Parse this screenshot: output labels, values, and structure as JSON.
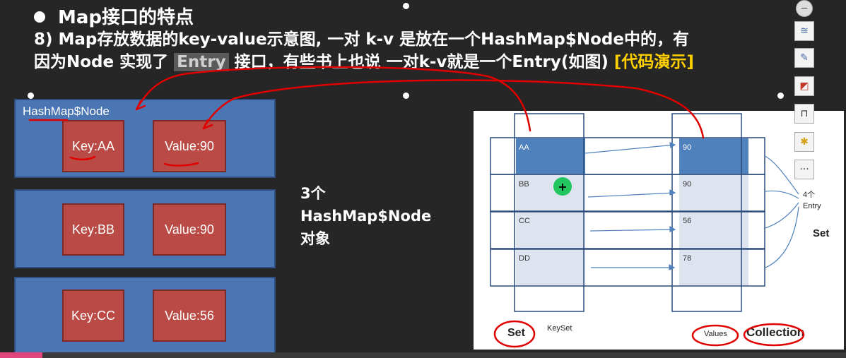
{
  "slide": {
    "heading": "Map接口的特点",
    "para_line1": "8) Map存放数据的key-value示意图, 一对 k-v 是放在一个HashMap$Node中的，有",
    "para_line2_a": "因为Node 实现了 ",
    "para_entry": "Entry",
    "para_line2_b": " 接口，有些书上也说 一对k-v就是一个Entry(如图) ",
    "para_demo": "[代码演示]"
  },
  "left_diagram": {
    "node_title": "HashMap$Node",
    "nodes": [
      {
        "key": "Key:AA",
        "value": "Value:90"
      },
      {
        "key": "Key:BB",
        "value": "Value:90"
      },
      {
        "key": "Key:CC",
        "value": "Value:56"
      }
    ],
    "count_line1": "3个",
    "count_line2": "HashMap$Node",
    "count_line3": "对象"
  },
  "right_diagram": {
    "keys": [
      "AA",
      "BB",
      "CC",
      "DD"
    ],
    "values": [
      "90",
      "90",
      "56",
      "78"
    ],
    "entry_label_1": "4个",
    "entry_label_2": "Entry",
    "set_label_right": "Set",
    "set_label_bottom": "Set",
    "keyset_label": "KeySet",
    "values_label": "Values",
    "collection_label": "Collection",
    "accent": "#4f81bd",
    "cursor_icon": "plus-cursor-icon"
  },
  "toolbar": {
    "icons": [
      "minus-icon",
      "layers-icon",
      "pen-icon",
      "highlighter-icon",
      "frame-icon",
      "lightbulb-icon",
      "more-icon"
    ],
    "more_label": "···"
  },
  "colors": {
    "background": "#262626",
    "node_blue": "#4a77b3",
    "cell_red": "#b94a45",
    "annotation_red": "#e00000",
    "demo_yellow": "#ffd000"
  }
}
